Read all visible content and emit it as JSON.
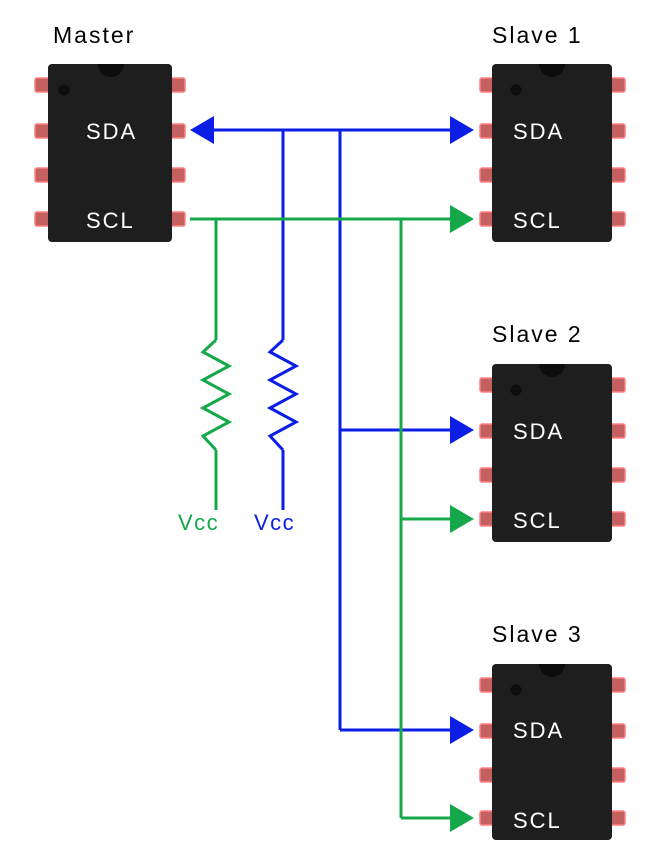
{
  "chips": [
    {
      "id": "master",
      "title": "Master",
      "sda_label": "SDA",
      "scl_label": "SCL"
    },
    {
      "id": "slave-1",
      "title": "Slave 1",
      "sda_label": "SDA",
      "scl_label": "SCL"
    },
    {
      "id": "slave-2",
      "title": "Slave 2",
      "sda_label": "SDA",
      "scl_label": "SCL"
    },
    {
      "id": "slave-3",
      "title": "Slave 3",
      "sda_label": "SDA",
      "scl_label": "SCL"
    }
  ],
  "pullups": {
    "scl_vcc_label": "Vcc",
    "sda_vcc_label": "Vcc"
  },
  "colors": {
    "sda_line": "#0a1ee6",
    "scl_line": "#14a84a",
    "chip_body": "#1e1e1e",
    "chip_notch": "#0d0d0d",
    "pin_fill": "#c46060",
    "pin_stroke": "#ff8080",
    "text_on_chip": "#ffffff",
    "title_text": "#000000"
  }
}
